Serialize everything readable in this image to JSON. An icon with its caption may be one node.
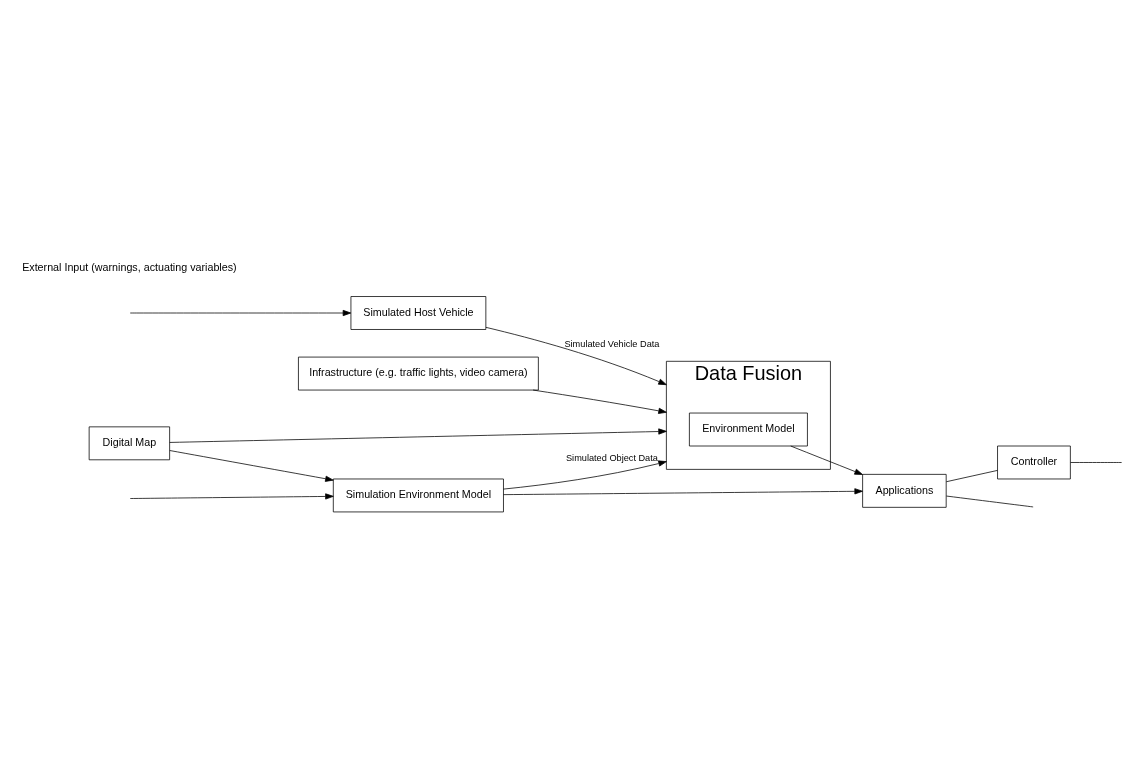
{
  "diagram": {
    "nodes": [
      {
        "text": [
          "Infrastructure (e.g. traffic lights, video camera)"
        ]
      },
      {
        "text": [
          "Data Fusion"
        ]
      },
      {
        "text": [
          "Environment Model"
        ],
        "in": 1
      },
      {
        "text": [
          "Digital Map"
        ]
      },
      {
        "text": [
          "Simulation Environment Model"
        ]
      },
      {
        "text": [
          "Simulated Host Vehicle"
        ]
      },
      {
        "text": [
          "Applications"
        ]
      },
      {
        "text": [
          "Controller"
        ]
      }
    ],
    "edges": [
      {
        "from": 0,
        "to": 1,
        "arrow": "to"
      },
      {
        "from": 3,
        "to": 1,
        "arrow": "to"
      },
      {
        "from": 3,
        "to": 4,
        "arrow": "to"
      },
      {
        "from": 4,
        "to": 1,
        "arrow": "to",
        "label": "Simulated Object Data"
      },
      {
        "from": 5,
        "to": 1,
        "arrow": "to",
        "label": "Simulated Vehicle Data"
      },
      {
        "from": 4,
        "to": 6,
        "arrow": "to"
      },
      {
        "from": 2,
        "to": 6,
        "arrow": "to"
      },
      {
        "from": 6,
        "to": 7,
        "arrow": "none"
      },
      {
        "from": 7,
        "to": null,
        "arrow": "none"
      },
      {
        "from": 6,
        "to": null,
        "arrow": "none"
      },
      {
        "from": null,
        "to": 4,
        "arrow": "to"
      },
      {
        "from": null,
        "to": 5,
        "arrow": "to"
      }
    ],
    "labels": [
      "External Input (warnings, actuating variables)"
    ]
  }
}
